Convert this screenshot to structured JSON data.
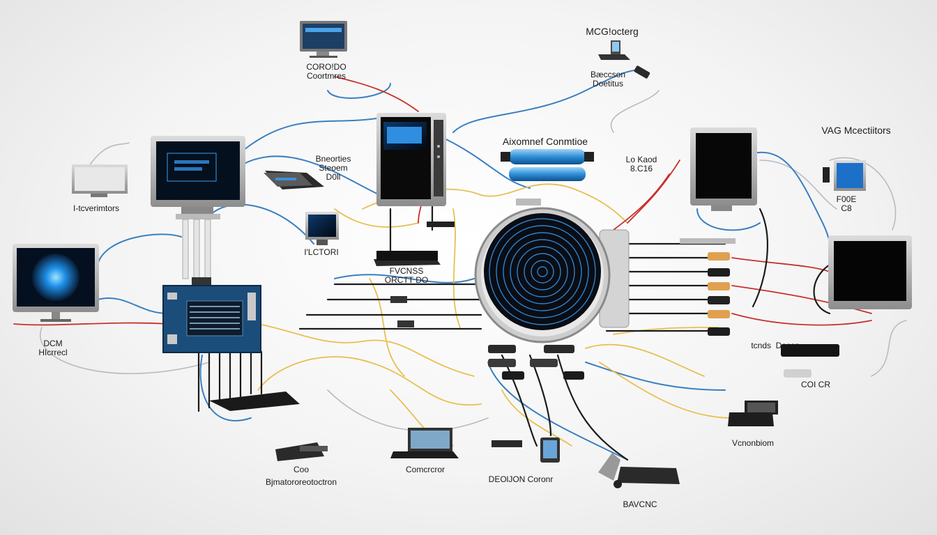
{
  "labels": {
    "top_monitor": "CORO!DO\nCoortmres",
    "top_right_title": "MCG!octerg",
    "top_right_sub": "Bæccson\nDoetitus",
    "automat": "Aixomnef Conmtioe",
    "center_left": "Bneorties\nSteoem\nD0ll",
    "lo_kald": "Lo Kaod\n8.C16",
    "vag": "VAG Mcectiitors",
    "vag_sub": "F00E\nC8",
    "left_mon": "I-tcverimtors",
    "mini_mon": "I'LCTORI",
    "router": "FVCNSS\nORCTT DO",
    "dcm": "DCM\nHIcrrecl",
    "right_mid": "tcnds  Doces",
    "right_keys": "COI CR",
    "right_laptop": "Vcnonbiom",
    "bottom_left_kbd": "Coo",
    "bottom_left": "Bjmatororeotoctron",
    "bottom_laptop": "Comcrcror",
    "bottom_mid": "DEOlJON Coronr",
    "bottom_right": "BAVCNC"
  },
  "colors": {
    "blue_wire": "#3a7fc1",
    "yellow_wire": "#e8bf50",
    "red_wire": "#c9302c",
    "black_wire": "#1b1b1b",
    "gray_wire": "#b5bcc3",
    "screen_glow": "#1e8fe8"
  },
  "icons": [
    "monitor-icon",
    "laptop-icon",
    "server-icon",
    "circuit-board-icon",
    "speaker-hub-icon",
    "router-icon",
    "keyboard-icon",
    "connector-icon"
  ]
}
